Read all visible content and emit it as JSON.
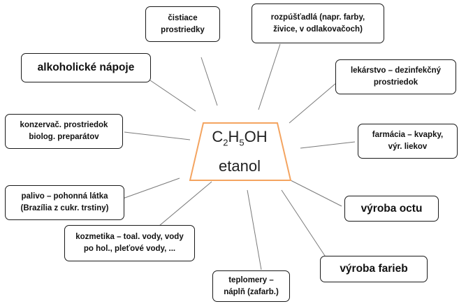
{
  "center": {
    "formula": {
      "c": "C",
      "c_n": "2",
      "h": "H",
      "h_n": "5",
      "oh": "OH"
    },
    "name": "etanol",
    "border_color": "#f4a460"
  },
  "nodes": [
    {
      "id": "cistiace",
      "label": "čistiace\nprostriedky"
    },
    {
      "id": "rozpustadla",
      "label": "rozpúšťadlá (napr. farby,\nživice, v odlakovačoch)"
    },
    {
      "id": "alkoholicke",
      "label": "alkoholické nápoje"
    },
    {
      "id": "lekarstvo",
      "label": "lekárstvo – dezinfekčný\nprostriedok"
    },
    {
      "id": "konzervac",
      "label": "konzervač. prostriedok\nbiolog. preparátov"
    },
    {
      "id": "farmacia",
      "label": "farmácia – kvapky,\nvýr. liekov"
    },
    {
      "id": "palivo",
      "label": "palivo – pohonná látka\n(Brazília z cukr. trstiny)"
    },
    {
      "id": "vyroba-octu",
      "label": "výroba octu"
    },
    {
      "id": "kozmetika",
      "label": "kozmetika – toal. vody, vody\npo hol., pleťové vody, ..."
    },
    {
      "id": "vyroba-farieb",
      "label": "výroba farieb"
    },
    {
      "id": "teplomery",
      "label": "teplomery –\nnáplň (zafarb.)"
    }
  ]
}
